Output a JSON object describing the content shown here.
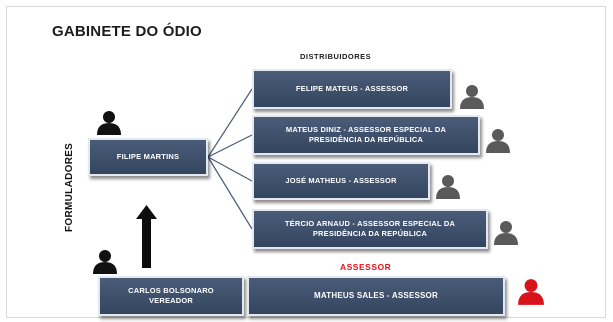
{
  "title": "GABINETE DO ÓDIO",
  "labels": {
    "distributors": "DISTRIBUIDORES",
    "formulators": "FORMULADORES",
    "assessor": "ASSESSOR"
  },
  "nodes": {
    "filipe": "FILIPE MARTINS",
    "carlos": "CARLOS BOLSONARO\nVEREADOR",
    "felipe_mateus": "FELIPE MATEUS - ASSESSOR",
    "mateus_diniz": "MATEUS DINIZ - ASSESSOR ESPECIAL DA\nPRESIDÊNCIA DA REPÚBLICA",
    "jose_matheus": "JOSÉ MATHEUS - ASSESSOR",
    "tercio_arnaud": "TÉRCIO ARNAUD - ASSESSOR ESPECIAL DA\nPRESIDÊNCIA DA REPÚBLICA",
    "matheus_sales": "MATHEUS SALES - ASSESSOR"
  },
  "colors": {
    "node_fill": "#3e4f6b",
    "assessor_label": "#e8101a",
    "person_gray": "#5a5a5a",
    "person_black": "#111111",
    "person_red": "#d8131c"
  },
  "icons": [
    "person-icon",
    "arrow-up-icon"
  ]
}
